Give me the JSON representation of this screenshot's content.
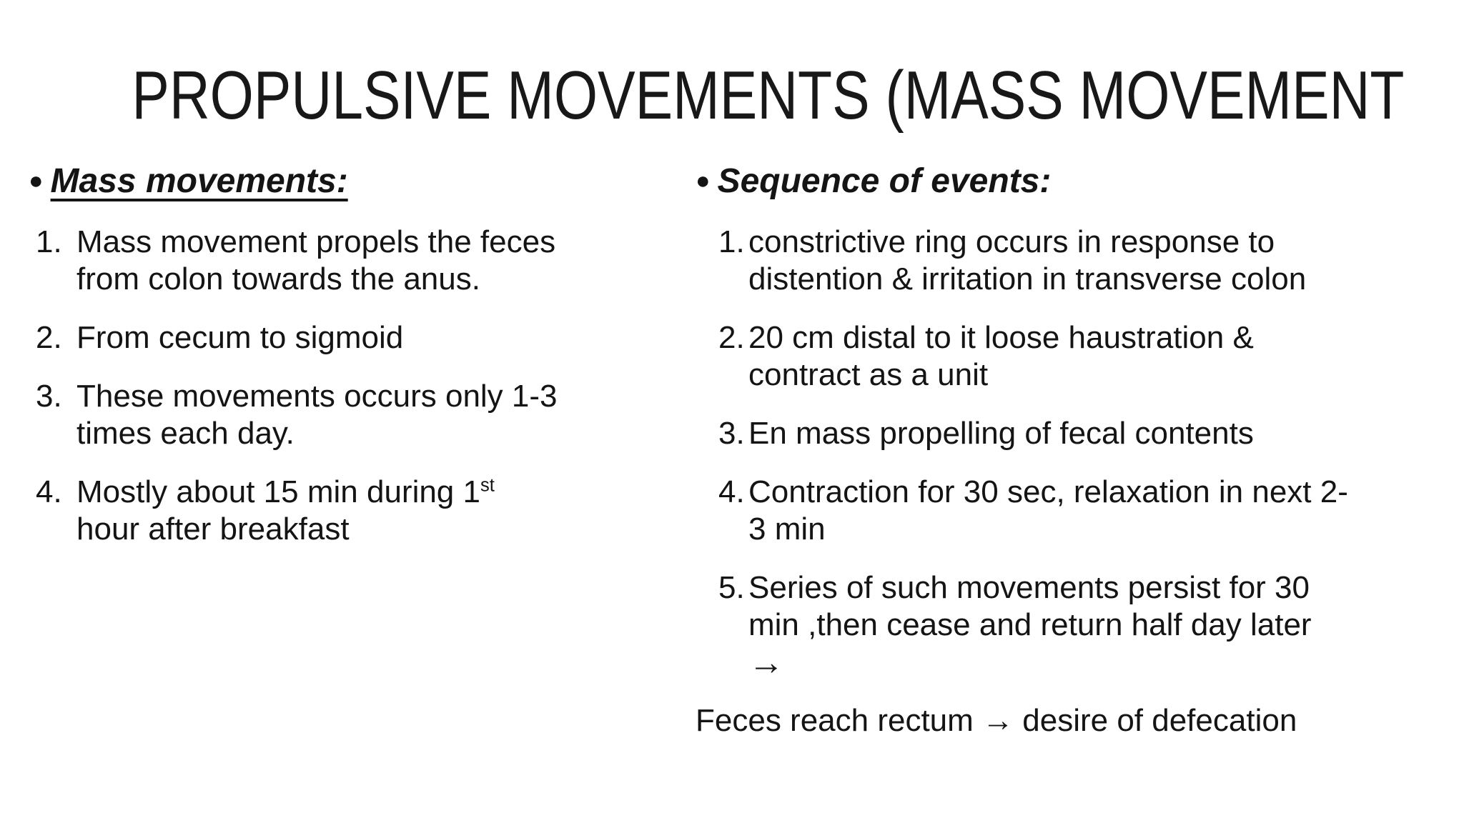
{
  "slide": {
    "title": "PROPULSIVE MOVEMENTS (MASS MOVEMENT",
    "left": {
      "bullet": "●",
      "heading": "Mass movements:",
      "items": [
        {
          "num": "1.",
          "text": "Mass movement propels the feces from colon towards the anus."
        },
        {
          "num": "2.",
          "text": "From cecum to sigmoid"
        },
        {
          "num": "3.",
          "text": "These movements occurs only 1-3 times each day."
        },
        {
          "num": "4.",
          "pre": "Mostly about 15 min during 1",
          "sup": "st",
          "post": " hour after breakfast"
        }
      ]
    },
    "right": {
      "bullet": "●",
      "heading": "Sequence of events:",
      "items": [
        {
          "num": "1.",
          "text": "constrictive ring occurs in response to distention & irritation in transverse colon"
        },
        {
          "num": "2.",
          "text": "20 cm distal to it loose haustration  & contract as a unit"
        },
        {
          "num": "3.",
          "text": "En mass propelling of fecal contents"
        },
        {
          "num": "4.",
          "text": "Contraction for 30 sec, relaxation in next 2-3 min"
        },
        {
          "num": "5.",
          "text": "Series of such movements persist for 30 min ,then cease and return half day later",
          "arrow": "→"
        }
      ],
      "footer": "Feces reach rectum → desire of defecation"
    }
  }
}
